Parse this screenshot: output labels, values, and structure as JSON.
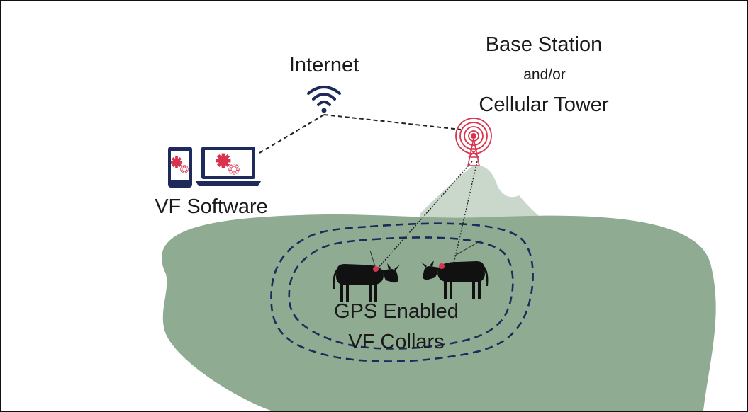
{
  "labels": {
    "internet": "Internet",
    "base_station": "Base Station",
    "and_or": "and/or",
    "cellular_tower": "Cellular Tower",
    "vf_software": "VF Software",
    "gps_enabled": "GPS Enabled",
    "vf_collars": "VF Collars"
  },
  "colors": {
    "pasture": "#8fab92",
    "hill": "#cad8cb",
    "fence": "#1f2a5c",
    "accent": "#d9344f",
    "device": "#1f2a5c",
    "cow": "#111111",
    "link": "#222222"
  },
  "icons": {
    "wifi": "wifi-icon",
    "tower": "cell-tower-icon",
    "phone": "smartphone-icon",
    "laptop": "laptop-icon",
    "gear": "gear-icon",
    "cow": "cow-icon",
    "collar": "collar-icon"
  }
}
